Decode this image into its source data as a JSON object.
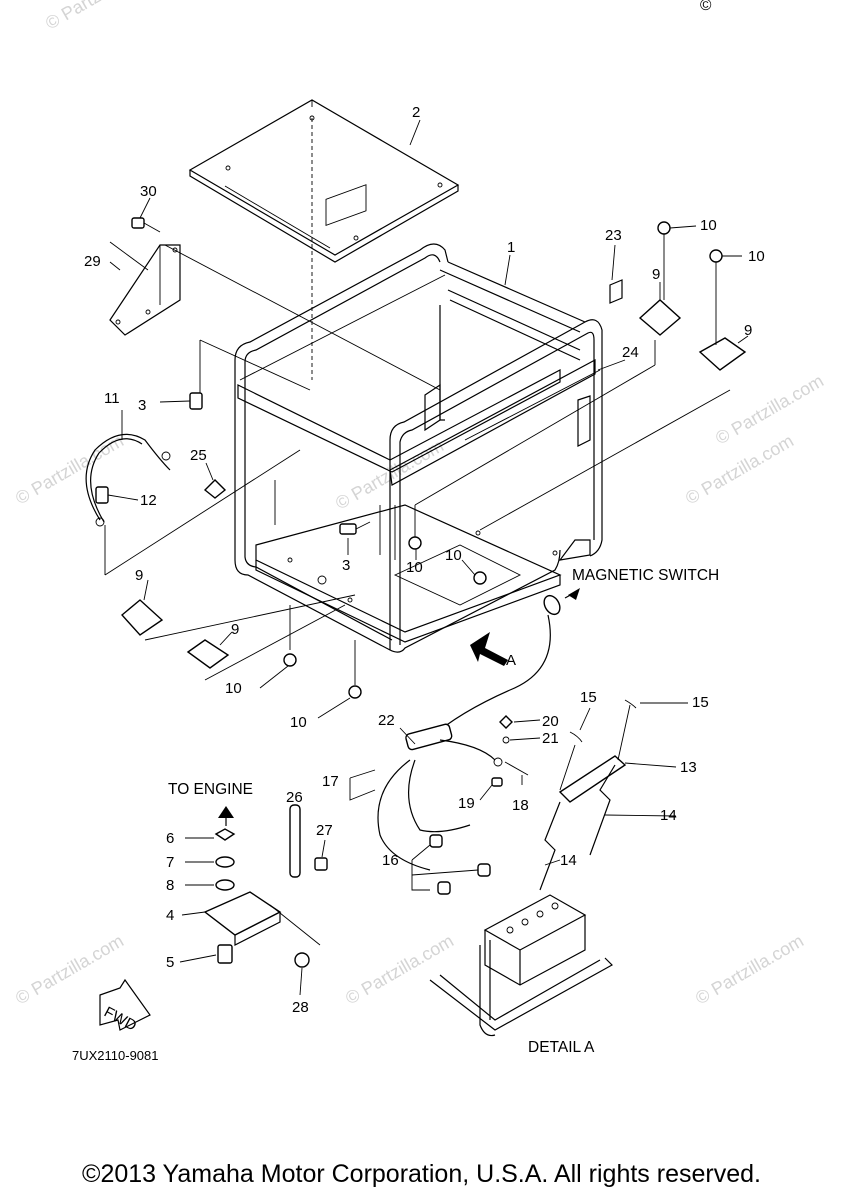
{
  "header": {
    "corner_mark": "©"
  },
  "diagram": {
    "labels": {
      "l1": "1",
      "l2": "2",
      "l3a": "3",
      "l3b": "3",
      "l4": "4",
      "l5": "5",
      "l6": "6",
      "l7": "7",
      "l8": "8",
      "l9a": "9",
      "l9b": "9",
      "l9c": "9",
      "l9d": "9",
      "l10a": "10",
      "l10b": "10",
      "l10c": "10",
      "l10d": "10",
      "l10e": "10",
      "l10f": "10",
      "l11": "11",
      "l12": "12",
      "l13": "13",
      "l14a": "14",
      "l14b": "14",
      "l15a": "15",
      "l15b": "15",
      "l16": "16",
      "l17": "17",
      "l18": "18",
      "l19": "19",
      "l20": "20",
      "l21": "21",
      "l22": "22",
      "l23": "23",
      "l24": "24",
      "l25": "25",
      "l26": "26",
      "l27": "27",
      "l28": "28",
      "l29": "29",
      "l30": "30"
    },
    "callouts": {
      "magnetic_switch": "MAGNETIC SWITCH",
      "to_engine": "TO ENGINE",
      "view_a": "A",
      "detail_a": "DETAIL A",
      "fwd": "FWD",
      "drawing_code": "7UX2110-9081"
    },
    "watermarks": [
      "© Partzilla.com",
      "© Partzilla.com",
      "© Partzilla.com",
      "© Partzilla.com",
      "© Partzilla.com",
      "© Partzilla.com",
      "© Partzilla.com",
      "© Partzilla.com"
    ]
  },
  "footer": {
    "copyright": "©2013 Yamaha Motor Corporation, U.S.A. All rights reserved."
  }
}
